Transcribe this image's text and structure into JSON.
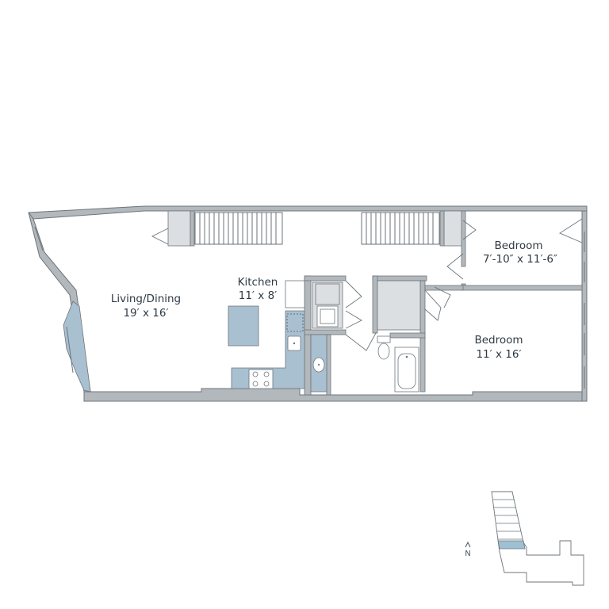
{
  "rooms": {
    "living": {
      "name": "Living/Dining",
      "size": "19′ x 16′"
    },
    "kitchen": {
      "name": "Kitchen",
      "size": "11′ x 8′"
    },
    "bedroom1": {
      "name": "Bedroom",
      "size": "7′-10″ x 11′-6″"
    },
    "bedroom2": {
      "name": "Bedroom",
      "size": "11′ x 16′"
    }
  },
  "compass": {
    "label": "N"
  },
  "colors": {
    "wall": "#b3b8bc",
    "wall_stroke": "#6d757b",
    "fixture_blue": "#a9c0d1",
    "fixture_gray": "#dcdfe1",
    "stairs_stroke": "#5b646b",
    "text": "#2f3a45",
    "key_highlight": "#9fbfd3"
  }
}
